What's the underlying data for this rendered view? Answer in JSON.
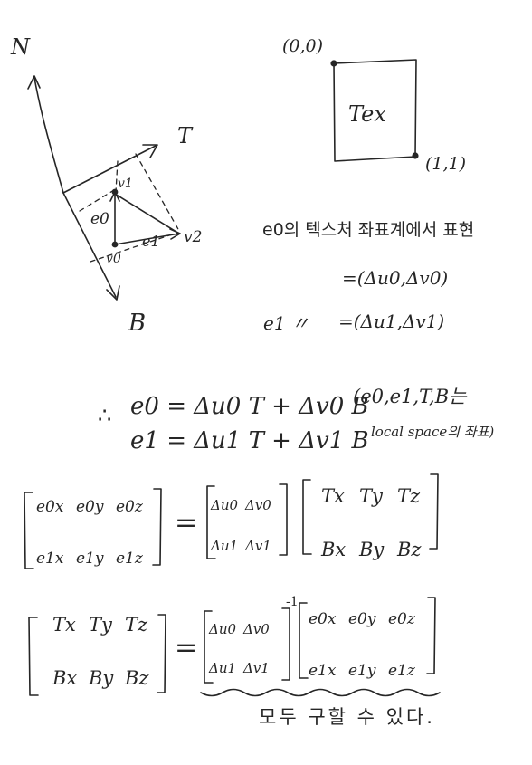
{
  "colors": {
    "ink": "#262626",
    "paper": "#ffffff"
  },
  "diagram": {
    "axis_n": "N",
    "axis_t": "T",
    "axis_b": "B",
    "v0": "v0",
    "v1": "v1",
    "v2": "v2",
    "e0": "e0",
    "e1": "e1"
  },
  "texture": {
    "origin": "(0,0)",
    "label": "Tex",
    "corner": "(1,1)"
  },
  "notes": {
    "line1": "e0의 텍스처 좌표계에서 표현",
    "line2": "=(Δu0,Δv0)",
    "line3_lhs": "e1 〃",
    "line3_rhs": "=(Δu1,Δv1)"
  },
  "equations": {
    "therefore": "∴",
    "eq1": "e0 = Δu0 T + Δv0 B",
    "eq1_note": "(e0,e1,T,B는",
    "eq2": "e1 = Δu1 T + Δv1 B",
    "eq2_note": "local space의 좌표)"
  },
  "matrix_eq1": {
    "e": [
      [
        "e0x",
        "e0y",
        "e0z"
      ],
      [
        "e1x",
        "e1y",
        "e1z"
      ]
    ],
    "equals": "=",
    "uv": [
      [
        "Δu0",
        "Δv0"
      ],
      [
        "Δu1",
        "Δv1"
      ]
    ],
    "tb": [
      [
        "Tx",
        "Ty",
        "Tz"
      ],
      [
        "Bx",
        "By",
        "Bz"
      ]
    ]
  },
  "matrix_eq2": {
    "tb": [
      [
        "Tx",
        "Ty",
        "Tz"
      ],
      [
        "Bx",
        "By",
        "Bz"
      ]
    ],
    "equals": "=",
    "uv": [
      [
        "Δu0",
        "Δv0"
      ],
      [
        "Δu1",
        "Δv1"
      ]
    ],
    "inverse": "-1",
    "e": [
      [
        "e0x",
        "e0y",
        "e0z"
      ],
      [
        "e1x",
        "e1y",
        "e1z"
      ]
    ]
  },
  "conclusion": "모두 구할 수 있다."
}
